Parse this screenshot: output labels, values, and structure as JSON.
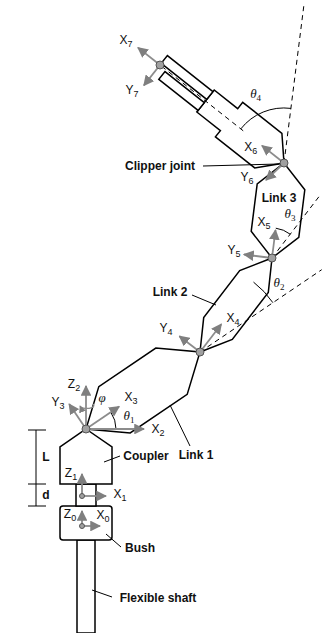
{
  "diagram": {
    "labels": [
      "X7",
      "Y7",
      "θ4",
      "X6",
      "Clipper joint",
      "Y6",
      "Link 3",
      "θ3",
      "X5",
      "Y5",
      "Link 2",
      "θ2",
      "Z2",
      "φ",
      "X4",
      "Y4",
      "Y3",
      "X3",
      "Link 1",
      "θ1",
      "X2",
      "L",
      "Coupler",
      "Z1",
      "X1",
      "d",
      "Z0",
      "X0",
      "Bush",
      "Flexible shaft"
    ]
  }
}
